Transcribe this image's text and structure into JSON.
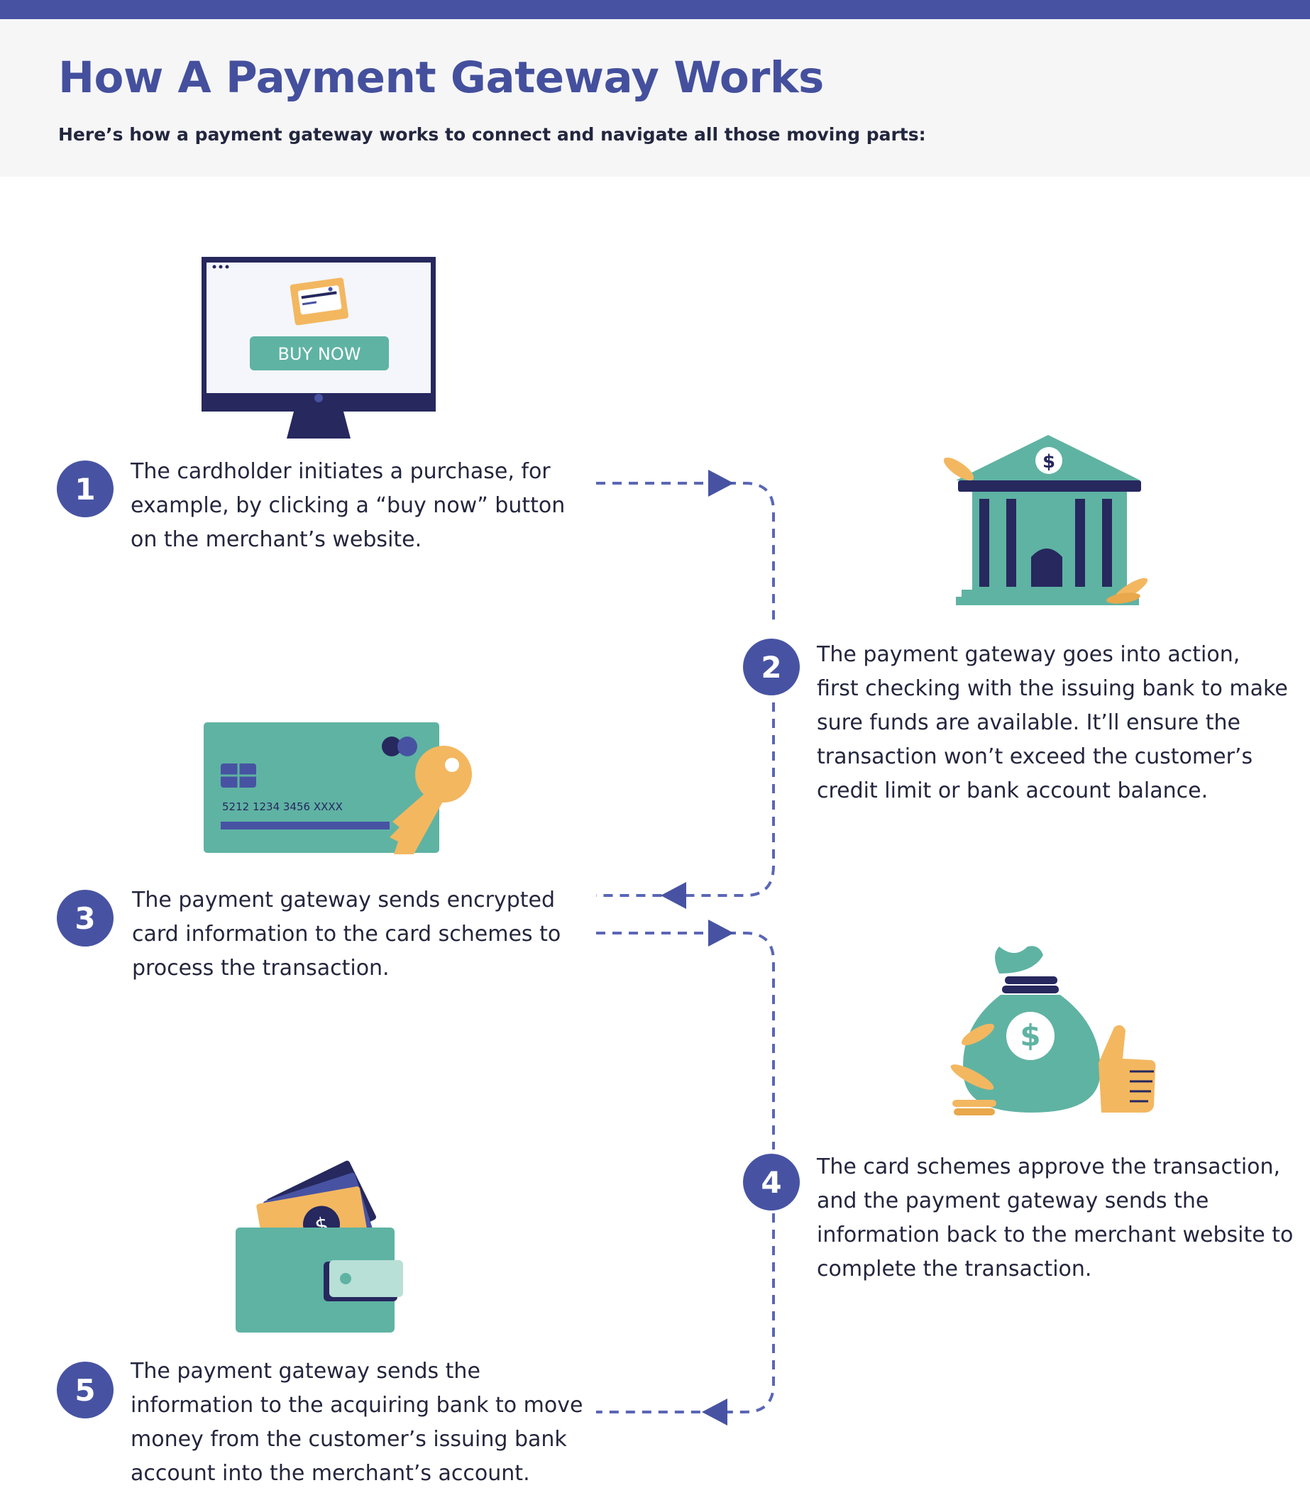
{
  "header": {
    "title": "How A Payment Gateway Works",
    "subtitle": "Here’s how a payment gateway works to connect and navigate all those moving parts:"
  },
  "steps": [
    {
      "number": "1",
      "lines": [
        "The cardholder initiates a purchase, for",
        "example, by clicking a “buy now” button",
        "on the merchant’s website."
      ]
    },
    {
      "number": "2",
      "lines": [
        "The payment gateway goes into action,",
        "first checking with the issuing bank to make",
        "sure funds are available. It’ll ensure the",
        "transaction won’t exceed the customer’s",
        "credit limit or bank account balance."
      ]
    },
    {
      "number": "3",
      "lines": [
        "The payment gateway sends encrypted",
        "card information to the card schemes to",
        "process the transaction."
      ]
    },
    {
      "number": "4",
      "lines": [
        "The card schemes approve the transaction,",
        "and the payment gateway sends the",
        "information back to the merchant website to",
        "complete the transaction."
      ]
    },
    {
      "number": "5",
      "lines": [
        "The payment gateway sends the",
        "information to the acquiring bank to move",
        "money from the customer’s issuing bank",
        "account into the merchant’s account."
      ]
    }
  ],
  "illustrations": {
    "monitor": {
      "icon": "monitor-buy-now-icon",
      "button_label": "BUY NOW"
    },
    "bank": {
      "icon": "bank-building-icon",
      "symbol": "$"
    },
    "card": {
      "icon": "credit-card-key-icon",
      "card_number": "5212  1234  3456  XXXX"
    },
    "money_bag": {
      "icon": "money-bag-thumbs-up-icon",
      "symbol": "$"
    },
    "wallet": {
      "icon": "wallet-cash-icon",
      "symbol": "$"
    }
  },
  "colors": {
    "brand": "#4753a2",
    "teal": "#5fb3a3",
    "navy": "#26285e",
    "gold": "#f3b760",
    "text": "#24263d",
    "header_bg": "#f6f6f7"
  }
}
